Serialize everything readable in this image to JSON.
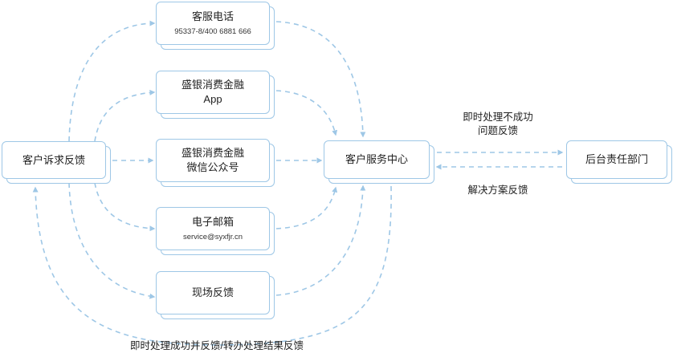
{
  "nodes": {
    "customer": {
      "title": "客户诉求反馈"
    },
    "phone": {
      "title": "客服电话",
      "sub": "95337-8/400 6881 666"
    },
    "app": {
      "title": "盛银消费金融",
      "sub": "App"
    },
    "wechat": {
      "title": "盛银消费金融",
      "sub": "微信公众号"
    },
    "email": {
      "title": "电子邮箱",
      "sub": "service@syxfjr.cn"
    },
    "onsite": {
      "title": "现场反馈"
    },
    "center": {
      "title": "客户服务中心"
    },
    "backend": {
      "title": "后台责任部门"
    }
  },
  "labels": {
    "escalate_line1": "即时处理不成功",
    "escalate_line2": "问题反馈",
    "solution": "解决方案反馈",
    "bottom": "即时处理成功并反馈/转办处理结果反馈"
  },
  "colors": {
    "line": "#9ec7e6",
    "border": "#9ec7e6",
    "text": "#222222"
  }
}
